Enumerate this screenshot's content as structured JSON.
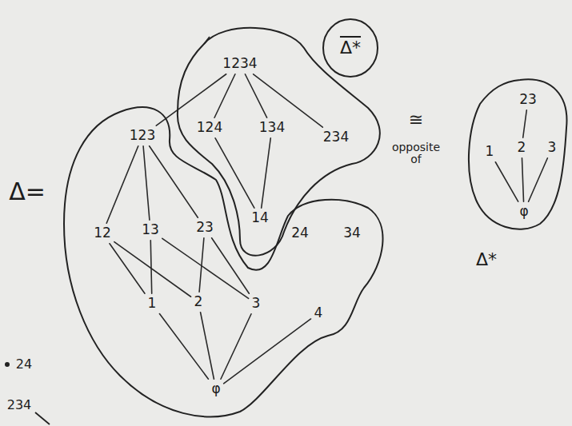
{
  "diagram": {
    "nodes": [
      {
        "text": [
          "Δ*"
        ]
      },
      {
        "text": [
          "1234"
        ],
        "in": 0
      },
      {
        "text": [
          "124"
        ],
        "in": 0
      },
      {
        "text": [
          "134"
        ],
        "in": 0
      },
      {
        "text": [
          "234"
        ],
        "in": 0
      },
      {
        "text": [
          "14"
        ],
        "in": 0
      },
      {
        "text": [
          "Δ="
        ]
      },
      {
        "text": [
          "123"
        ],
        "in": 6
      },
      {
        "text": [
          "12"
        ],
        "in": 6
      },
      {
        "text": [
          "13"
        ],
        "in": 6
      },
      {
        "text": [
          "23"
        ],
        "in": 6
      },
      {
        "text": [
          "24"
        ],
        "in": 6
      },
      {
        "text": [
          "34"
        ],
        "in": 6
      },
      {
        "text": [
          "1"
        ],
        "in": 6
      },
      {
        "text": [
          "2"
        ],
        "in": 6
      },
      {
        "text": [
          "3"
        ],
        "in": 6
      },
      {
        "text": [
          "4"
        ],
        "in": 6
      },
      {
        "text": [
          "φ"
        ],
        "in": 6
      },
      {
        "text": [
          "Δ*"
        ]
      },
      {
        "text": [
          "23"
        ],
        "in": 18
      },
      {
        "text": [
          "1"
        ],
        "in": 18
      },
      {
        "text": [
          "2"
        ],
        "in": 18
      },
      {
        "text": [
          "3"
        ],
        "in": 18
      },
      {
        "text": [
          "φ"
        ],
        "in": 18
      }
    ],
    "edges": [
      {
        "from": 1,
        "to": 2,
        "arrow": "none"
      },
      {
        "from": 1,
        "to": 3,
        "arrow": "none"
      },
      {
        "from": 1,
        "to": 4,
        "arrow": "none"
      },
      {
        "from": 1,
        "to": 7,
        "arrow": "none"
      },
      {
        "from": 2,
        "to": 5,
        "arrow": "none"
      },
      {
        "from": 3,
        "to": 5,
        "arrow": "none"
      },
      {
        "from": 7,
        "to": 8,
        "arrow": "none"
      },
      {
        "from": 7,
        "to": 9,
        "arrow": "none"
      },
      {
        "from": 7,
        "to": 10,
        "arrow": "none"
      },
      {
        "from": 8,
        "to": 13,
        "arrow": "none"
      },
      {
        "from": 8,
        "to": 14,
        "arrow": "none"
      },
      {
        "from": 9,
        "to": 13,
        "arrow": "none"
      },
      {
        "from": 9,
        "to": 15,
        "arrow": "none"
      },
      {
        "from": 10,
        "to": 14,
        "arrow": "none"
      },
      {
        "from": 10,
        "to": 15,
        "arrow": "none"
      },
      {
        "from": 13,
        "to": 17,
        "arrow": "none"
      },
      {
        "from": 14,
        "to": 17,
        "arrow": "none"
      },
      {
        "from": 15,
        "to": 17,
        "arrow": "none"
      },
      {
        "from": 16,
        "to": 17,
        "arrow": "none"
      },
      {
        "from": 19,
        "to": 21,
        "arrow": "none"
      },
      {
        "from": 20,
        "to": 23,
        "arrow": "none"
      },
      {
        "from": 21,
        "to": 23,
        "arrow": "none"
      },
      {
        "from": 22,
        "to": 23,
        "arrow": "none"
      }
    ],
    "labels": [
      "≅",
      "opposite of",
      "24",
      "234"
    ]
  }
}
